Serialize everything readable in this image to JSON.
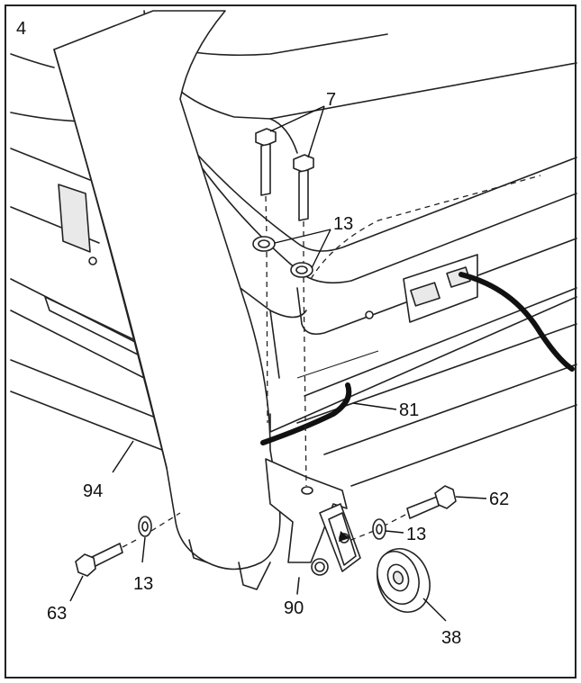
{
  "step_number": "4",
  "callouts": {
    "bolt_7": "7",
    "washer_13_top": "13",
    "cable_81": "81",
    "bolt_62": "62",
    "washer_13_right": "13",
    "frame_94": "94",
    "washer_13_left": "13",
    "bolt_63": "63",
    "bracket_90": "90",
    "wheel_38": "38"
  }
}
